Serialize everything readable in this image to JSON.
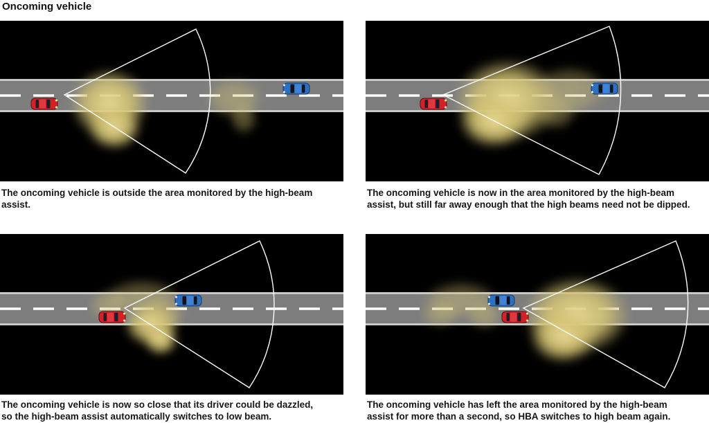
{
  "page": {
    "title": "Oncoming vehicle"
  },
  "colors": {
    "panel_bg": "#000000",
    "road": "#7d7d7d",
    "road_edge": "#c9c9c9",
    "lane_line": "#ffffff",
    "cone_stroke": "#ffffff",
    "beam": "#d3c272",
    "beam_core": "#ecdc96",
    "red_car": "#d22128",
    "red_car_outline": "#5a0e12",
    "blue_car": "#2e6fc0",
    "blue_car_outline": "#123a6e"
  },
  "panels": [
    {
      "id": "panel-1",
      "caption": "The oncoming vehicle is outside the area monitored by the high-beam assist."
    },
    {
      "id": "panel-2",
      "caption": "The oncoming vehicle is now in the area monitored by the high-beam assist, but still far away enough that the high beams need not be dipped."
    },
    {
      "id": "panel-3",
      "caption": "The oncoming vehicle is now so close that its driver could be dazzled, so the high-beam assist automatically switches to low beam."
    },
    {
      "id": "panel-4",
      "caption": "The oncoming vehicle has left the area monitored by the high-beam assist for more than a second, so HBA switches to high beam again."
    }
  ]
}
